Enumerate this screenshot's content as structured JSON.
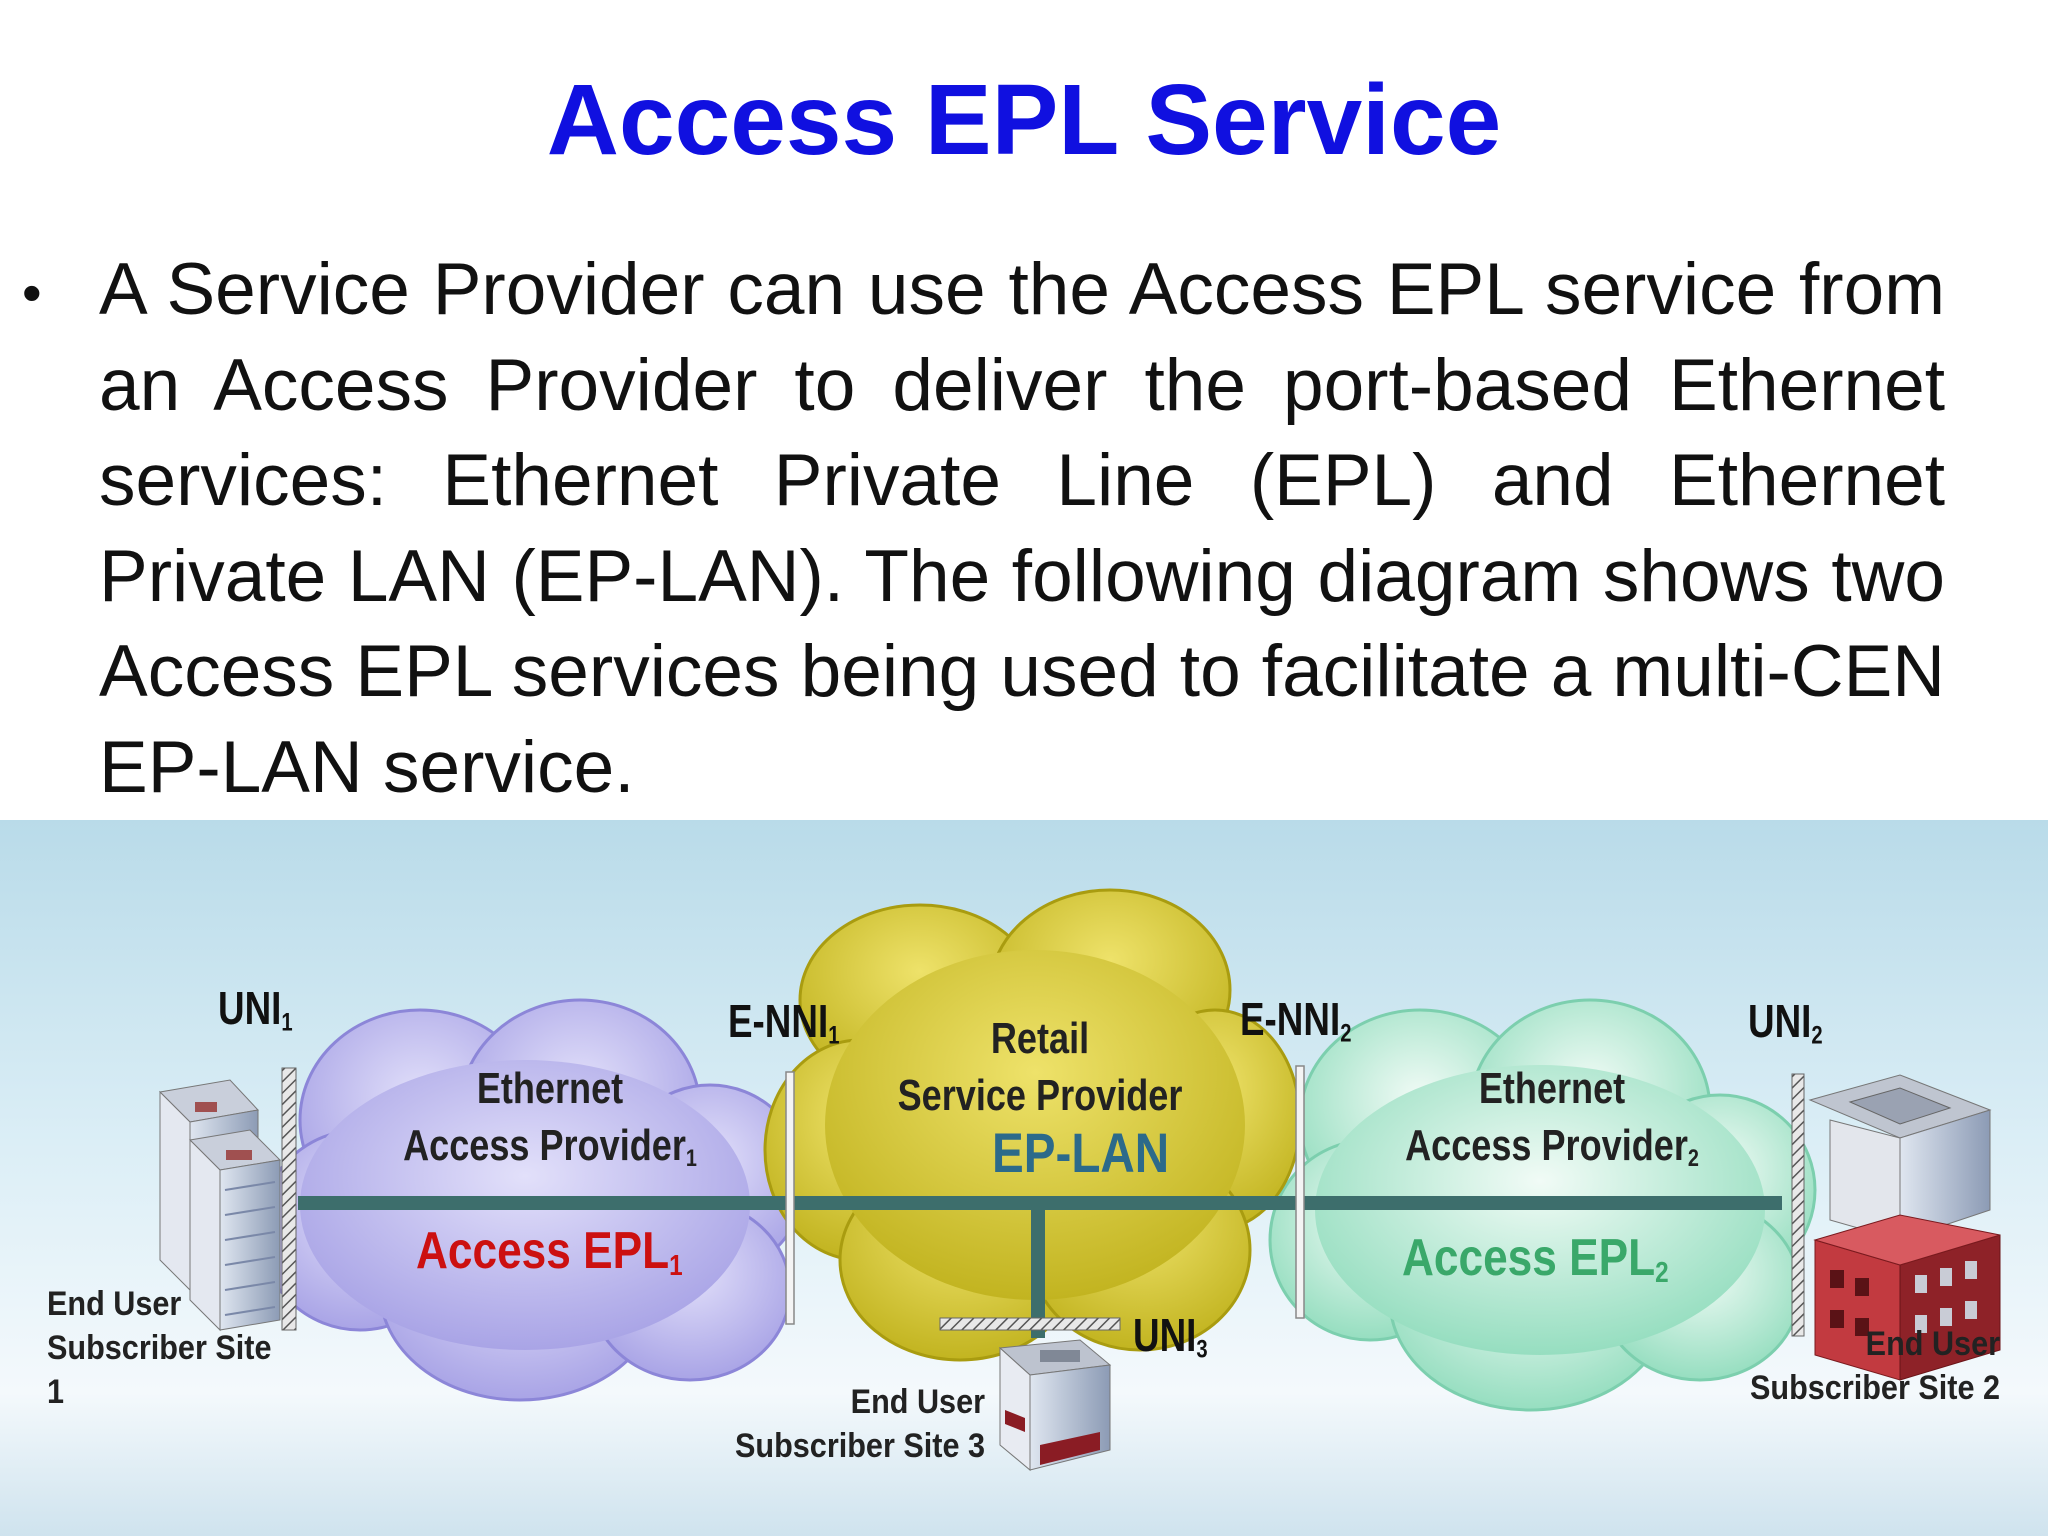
{
  "slide": {
    "title": "Access EPL Service",
    "bullet": "A Service Provider can use the Access EPL service from an Access Provider to deliver the port-based Ethernet services:  Ethernet Private Line (EPL) and Ethernet Private LAN (EP-LAN). The following diagram shows two Access EPL services being used to facilitate a multi-CEN EP-LAN service."
  },
  "diagram": {
    "uni1": "UNI",
    "uni1_sub": "1",
    "enni1": "E-NNI",
    "enni1_sub": "1",
    "enni2": "E-NNI",
    "enni2_sub": "2",
    "uni2": "UNI",
    "uni2_sub": "2",
    "uni3": "UNI",
    "uni3_sub": "3",
    "provider1_line1": "Ethernet",
    "provider1_line2": "Access Provider",
    "provider1_sub": "1",
    "retail_line1": "Retail",
    "retail_line2": "Service Provider",
    "eplan": "EP-LAN",
    "provider2_line1": "Ethernet",
    "provider2_line2": "Access Provider",
    "provider2_sub": "2",
    "access_epl1": "Access EPL",
    "access_epl1_sub": "1",
    "access_epl2": "Access EPL",
    "access_epl2_sub": "2",
    "site1_line1": "End User",
    "site1_line2": "Subscriber Site",
    "site1_line3": "1",
    "site2_line1": "End User",
    "site2_line2": "Subscriber Site 2",
    "site3_line1": "End User",
    "site3_line2": "Subscriber  Site 3",
    "colors": {
      "title": "#1010e0",
      "cloud_left": "#b9b6ec",
      "cloud_middle": "#d4c830",
      "cloud_right": "#a8e6cc",
      "link": "#3d6e6c",
      "access_epl1": "#cc1010",
      "access_epl2": "#3aa86a",
      "eplan": "#2c6a8a"
    }
  }
}
